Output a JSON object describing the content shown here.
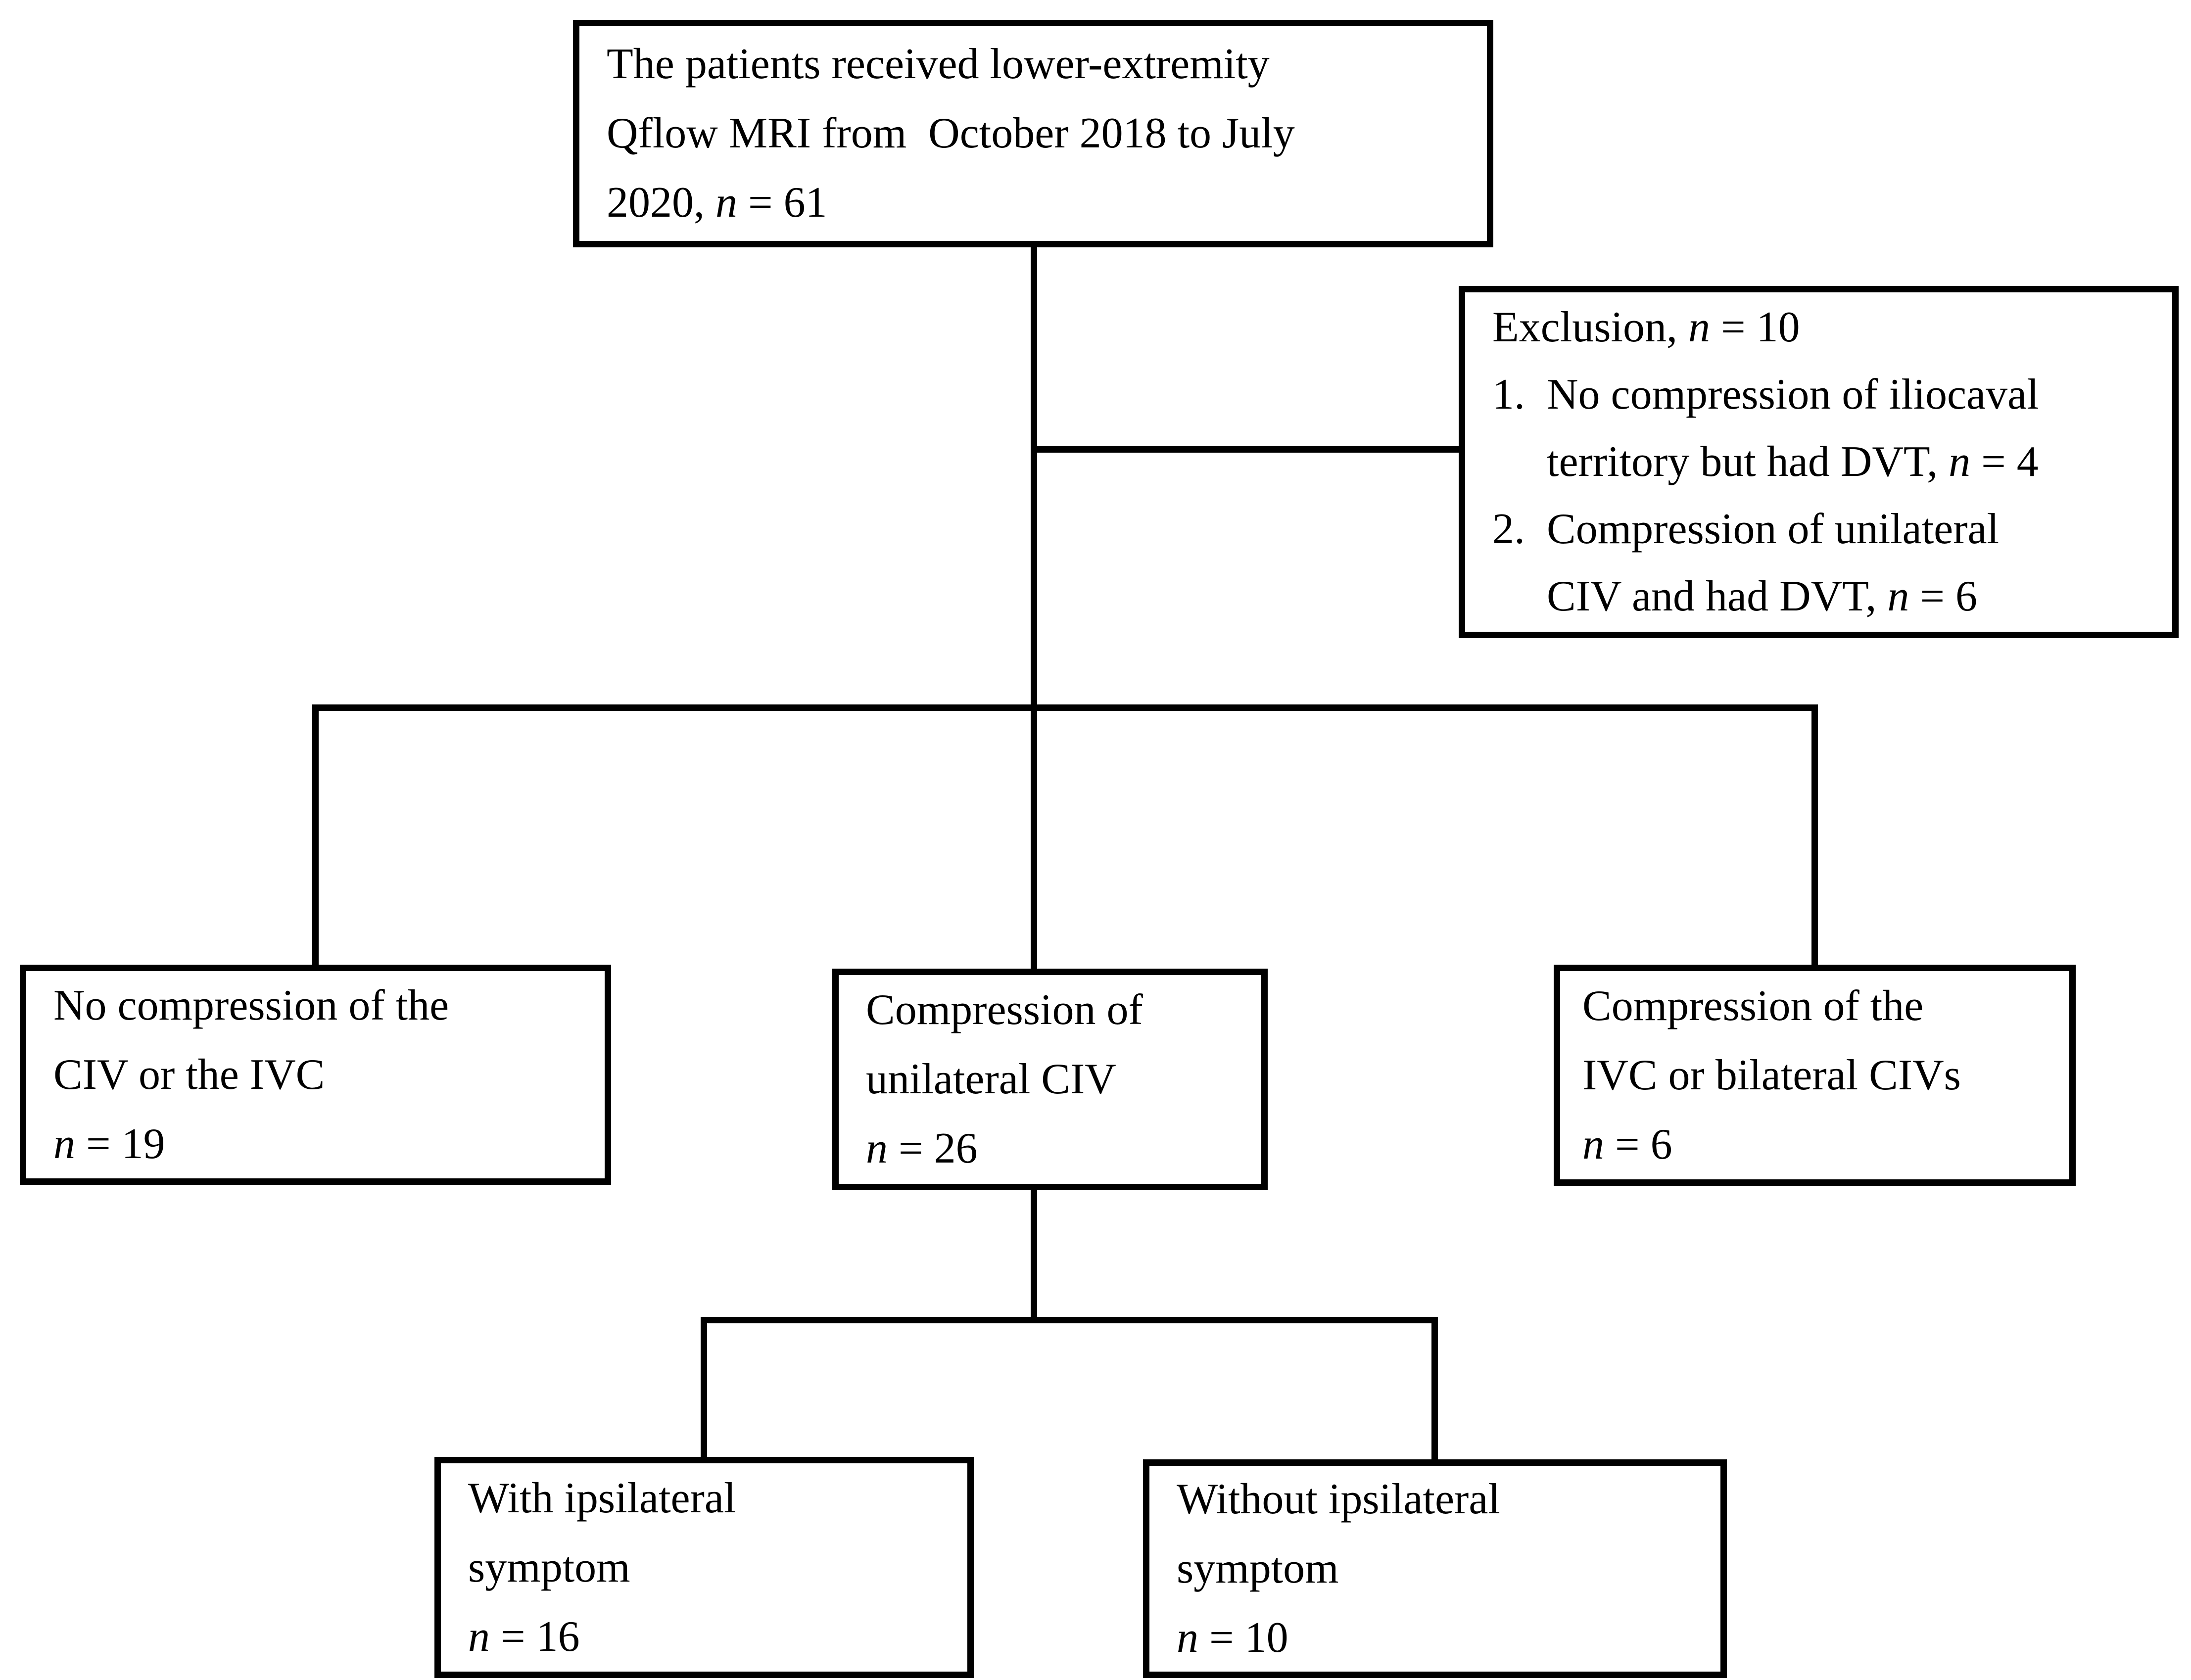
{
  "figure": {
    "description_colors": {
      "line_color": "#000000",
      "background": "#ffffff"
    }
  },
  "boxes": {
    "enrollment": {
      "line1": "The patients received lower-extremity",
      "line2": "Qflow MRI from  October 2018 to July",
      "line3_pre": "2020, ",
      "n_var": "n",
      "n_rest": " = 61"
    },
    "exclusion": {
      "title_pre": "Exclusion, ",
      "title_n_var": "n",
      "title_rest": " = 10",
      "items": [
        {
          "num": "1.",
          "line1": "No compression of iliocaval",
          "line2_pre": "territory but had DVT, ",
          "n_var": "n",
          "n_rest": " = 4"
        },
        {
          "num": "2.",
          "line1": "Compression of unilateral",
          "line2_pre": "CIV and had DVT, ",
          "n_var": "n",
          "n_rest": " = 6"
        }
      ]
    },
    "no_compression": {
      "line1": "No compression of the",
      "line2": "CIV or the IVC",
      "n_var": "n",
      "n_rest": " = 19"
    },
    "unilateral": {
      "line1": "Compression of",
      "line2": "unilateral CIV",
      "n_var": "n",
      "n_rest": " = 26"
    },
    "ivc_bilateral": {
      "line1": "Compression of the",
      "line2": "IVC or bilateral CIVs",
      "n_var": "n",
      "n_rest": " = 6"
    },
    "with_symptom": {
      "line1": "With ipsilateral",
      "line2": "symptom",
      "n_var": "n",
      "n_rest": " = 16"
    },
    "without_symptom": {
      "line1": "Without ipsilateral",
      "line2": "symptom",
      "n_var": "n",
      "n_rest": " = 10"
    }
  }
}
